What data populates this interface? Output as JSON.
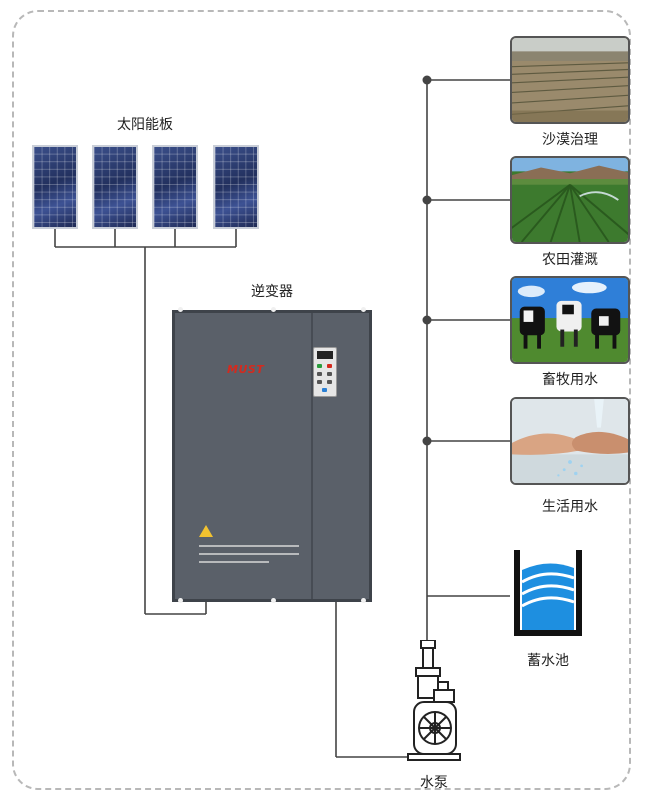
{
  "labels": {
    "solar_panels": "太阳能板",
    "inverter": "逆变器",
    "desert_control": "沙漠治理",
    "farmland_irrigation": "农田灌溉",
    "livestock_water": "畜牧用水",
    "domestic_water": "生活用水",
    "reservoir": "蓄水池",
    "water_pump": "水泵"
  },
  "inverter": {
    "brand": "MUST"
  },
  "colors": {
    "wire": "#444444",
    "frame": "#b8b8b8",
    "inverter_body": "#5a6069",
    "brand_red": "#d42a1e",
    "panel_blue": "#2a3a70",
    "water_blue": "#1e8fe0"
  }
}
